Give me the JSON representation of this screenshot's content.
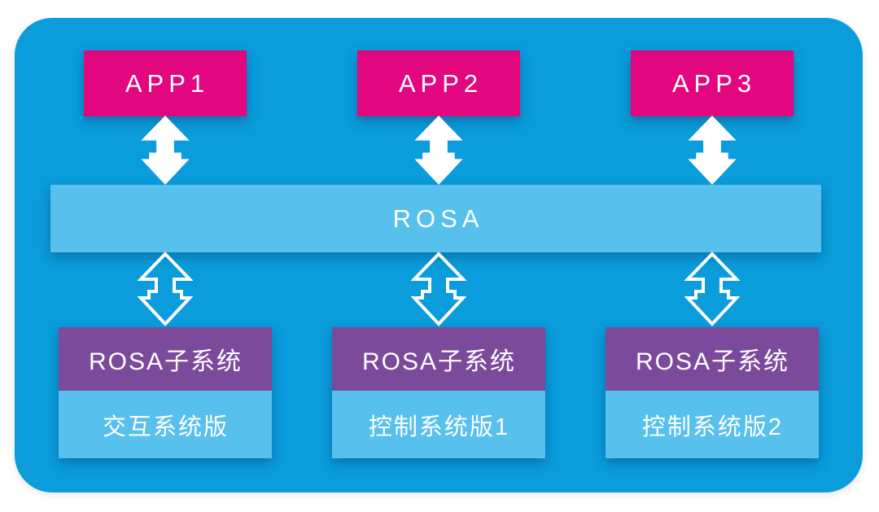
{
  "diagram": {
    "panel_color": "#0a9cdb",
    "apps": [
      {
        "label": "APP1"
      },
      {
        "label": "APP2"
      },
      {
        "label": "APP3"
      }
    ],
    "middleware": {
      "label": "ROSA"
    },
    "subsystems": [
      {
        "header": "ROSA子系统",
        "edition": "交互系统版"
      },
      {
        "header": "ROSA子系统",
        "edition": "控制系统版1"
      },
      {
        "header": "ROSA子系统",
        "edition": "控制系统版2"
      }
    ],
    "colors": {
      "panel": "#0a9cdb",
      "app_box": "#e2067f",
      "rosa_bar": "#57c0ed",
      "subsystem_header": "#7b4a9b",
      "subsystem_body": "#57c0ed",
      "arrow": "#ffffff",
      "text": "#ffffff"
    },
    "icons": {
      "app_link": "up-down-arrow",
      "subsystem_link": "up-down-arrow-outline"
    }
  }
}
